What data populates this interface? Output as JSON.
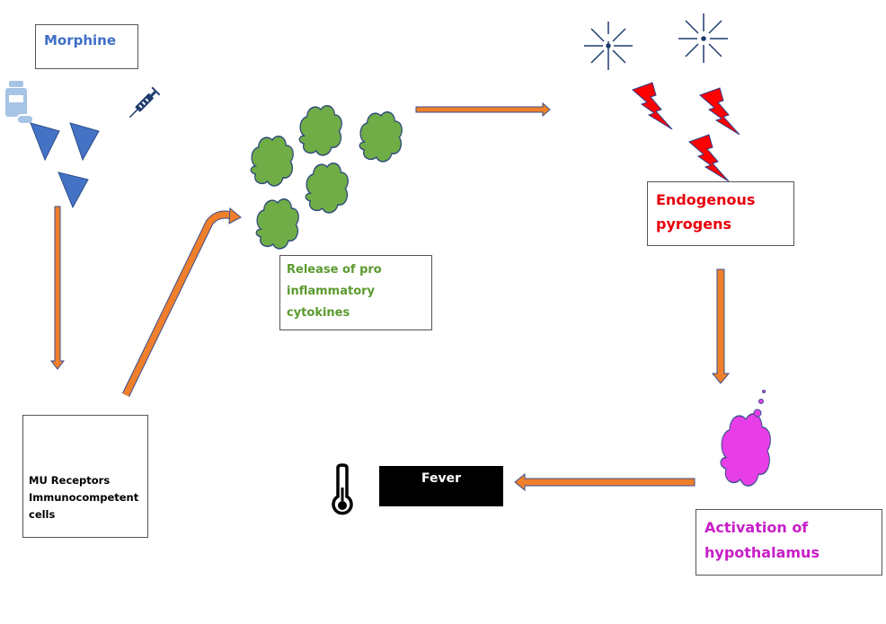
{
  "title": "Morphine-induced fever pathway",
  "colors": {
    "arrow": "#f07f2b",
    "arrow_outline": "#3a4f8c",
    "morphine_blue": "#3f6ec6",
    "cytokine_green": "#6aab3a",
    "pyrogen_red": "#e8000b",
    "hypothalamus_magenta": "#e03ae0",
    "fever_bg": "#000000"
  },
  "nodes": {
    "morphine": {
      "label": "Morphine"
    },
    "mu_receptors": {
      "label": "MU Receptors\nImmunocompetent\ncells"
    },
    "cytokines": {
      "label": "Release of pro\ninflammatory\ncytokines"
    },
    "pyrogens": {
      "label": "Endogenous\npyrogens"
    },
    "hypothalamus": {
      "label": "Activation of\nhypothalamus"
    },
    "fever": {
      "label": "Fever"
    }
  },
  "icons": [
    "pill-bottle-icon",
    "syringe-icon",
    "sun-icon",
    "lightning-icon",
    "cloud-icon",
    "thermometer-icon"
  ],
  "flow": [
    "Morphine",
    "MU Receptors Immunocompetent cells",
    "Release of pro inflammatory cytokines",
    "Endogenous pyrogens",
    "Activation of hypothalamus",
    "Fever"
  ]
}
